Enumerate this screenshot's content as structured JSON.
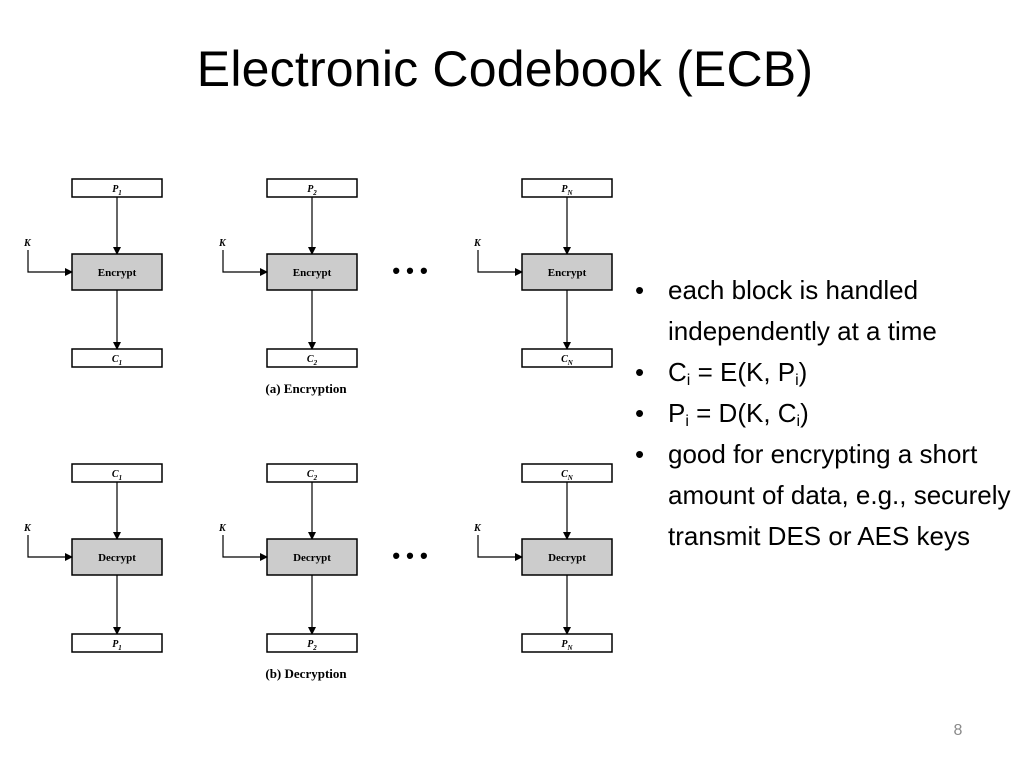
{
  "slide": {
    "title": "Electronic Codebook (ECB)",
    "page_number": "8"
  },
  "diagram": {
    "key_label": "K",
    "ellipsis": "• • •",
    "encryption": {
      "caption": "(a) Encryption",
      "function_label": "Encrypt",
      "inputs": [
        "P",
        "P",
        "P"
      ],
      "input_subscripts": [
        "1",
        "2",
        "N"
      ],
      "outputs": [
        "C",
        "C",
        "C"
      ],
      "output_subscripts": [
        "1",
        "2",
        "N"
      ]
    },
    "decryption": {
      "caption": "(b) Decryption",
      "function_label": "Decrypt",
      "inputs": [
        "C",
        "C",
        "C"
      ],
      "input_subscripts": [
        "1",
        "2",
        "N"
      ],
      "outputs": [
        "P",
        "P",
        "P"
      ],
      "output_subscripts": [
        "1",
        "2",
        "N"
      ]
    },
    "colors": {
      "function_box_fill": "#cccccc",
      "stroke": "#000000"
    }
  },
  "bullets": {
    "marker": "•",
    "item1": {
      "text": "each block is handled independently at a time"
    },
    "item2": {
      "c": "C",
      "c_sub": "i",
      "mid": " = E(K, P",
      "p_sub": "i",
      "end": ")"
    },
    "item3": {
      "p": "P",
      "p_sub": "i",
      "mid": " = D(K, C",
      "c_sub": "i",
      "end": ")"
    },
    "item4": {
      "text": "good for encrypting a short amount of data, e.g., securely transmit DES or AES keys"
    }
  }
}
